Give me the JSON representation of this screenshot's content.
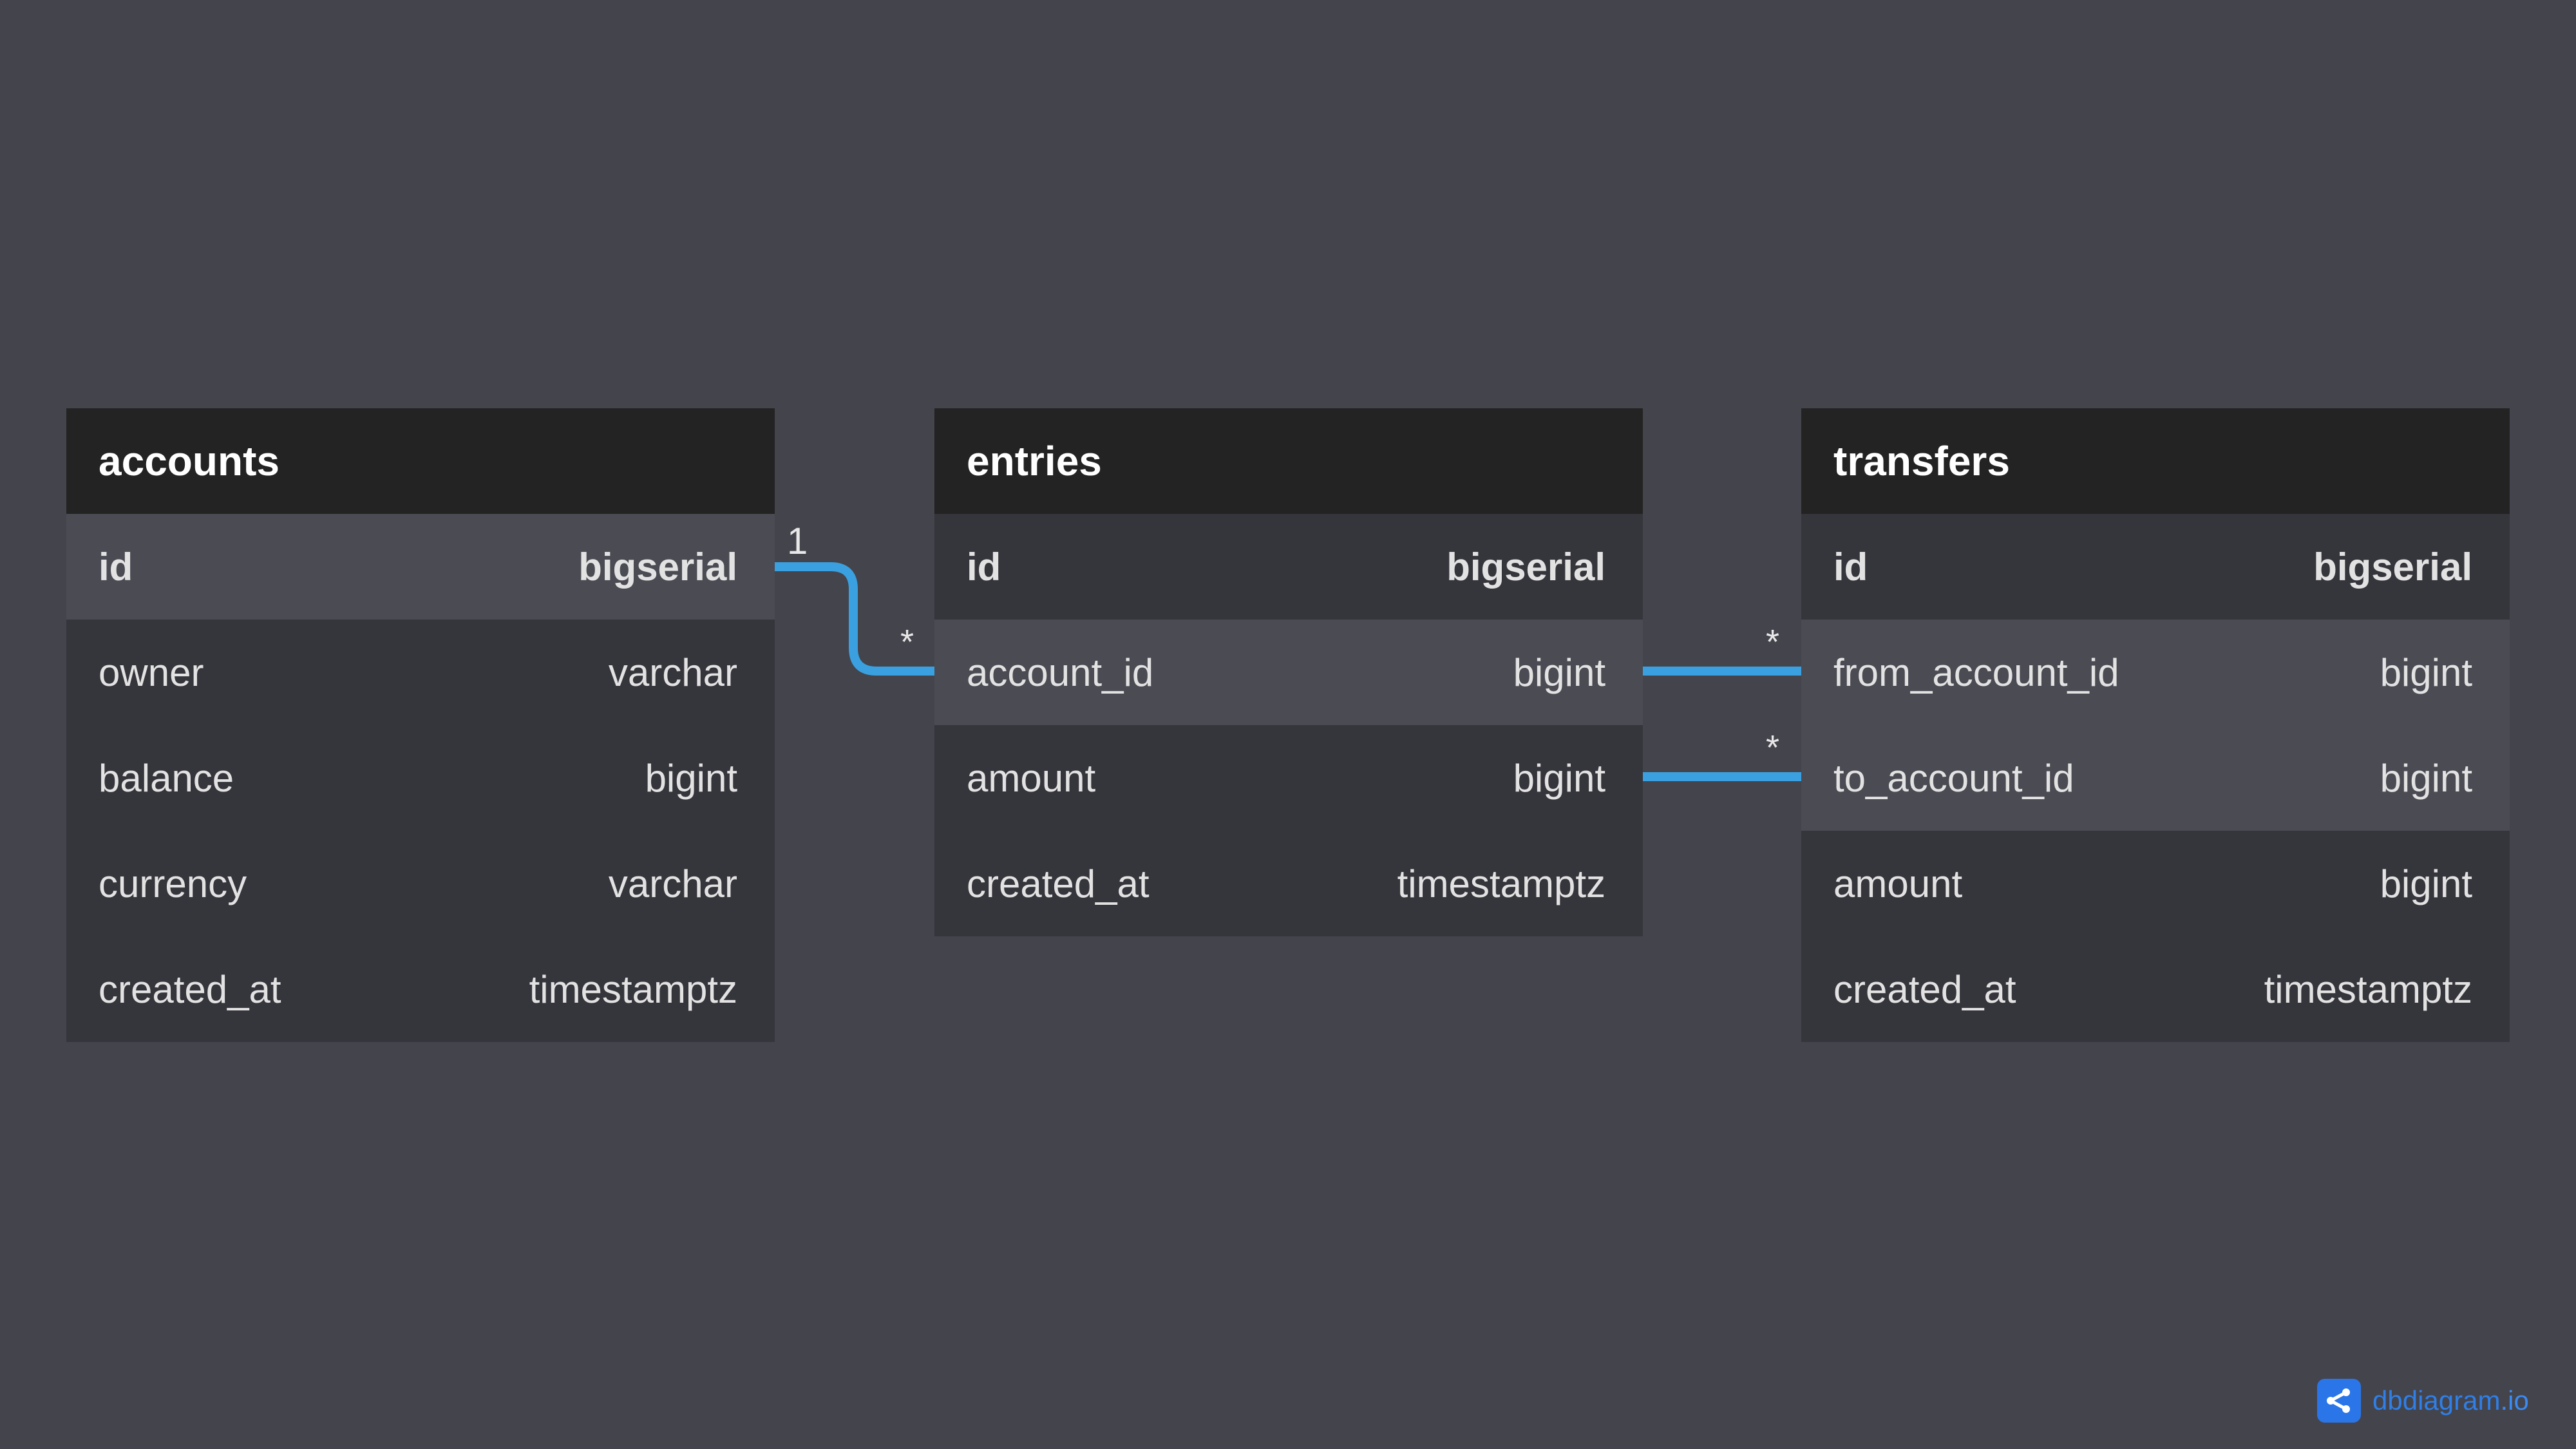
{
  "tables": [
    {
      "name": "accounts",
      "columns": [
        {
          "name": "id",
          "type": "bigserial"
        },
        {
          "name": "owner",
          "type": "varchar"
        },
        {
          "name": "balance",
          "type": "bigint"
        },
        {
          "name": "currency",
          "type": "varchar"
        },
        {
          "name": "created_at",
          "type": "timestamptz"
        }
      ]
    },
    {
      "name": "entries",
      "columns": [
        {
          "name": "id",
          "type": "bigserial"
        },
        {
          "name": "account_id",
          "type": "bigint"
        },
        {
          "name": "amount",
          "type": "bigint"
        },
        {
          "name": "created_at",
          "type": "timestamptz"
        }
      ]
    },
    {
      "name": "transfers",
      "columns": [
        {
          "name": "id",
          "type": "bigserial"
        },
        {
          "name": "from_account_id",
          "type": "bigint"
        },
        {
          "name": "to_account_id",
          "type": "bigint"
        },
        {
          "name": "amount",
          "type": "bigint"
        },
        {
          "name": "created_at",
          "type": "timestamptz"
        }
      ]
    }
  ],
  "relations": {
    "accounts_entries": {
      "from_cardinality": "1",
      "to_cardinality": "*"
    },
    "entries_transfers_from": {
      "to_cardinality": "*"
    },
    "entries_transfers_to": {
      "to_cardinality": "*"
    }
  },
  "colors": {
    "background": "#44444d",
    "connector": "#3aa0e0",
    "header": "#232323",
    "row": "#35353c",
    "row_highlight": "#4b4b54",
    "brand": "#2f7fe6"
  },
  "brand": {
    "name": "dbdiagram",
    "suffix": ".io",
    "icon": "share-nodes-icon"
  }
}
